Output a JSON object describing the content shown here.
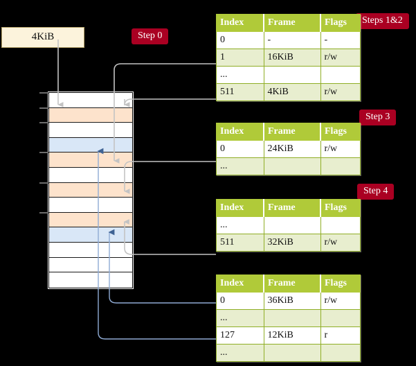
{
  "diagram": {
    "title": "multi-level page table walk",
    "colors": {
      "background": "#000000",
      "table_header": "#b0ca39",
      "table_alt_row": "#e8eecf",
      "table_highlight": "#f7f7b5",
      "step_badge": "#aa0022",
      "memory_orange": "#fde3cc",
      "memory_blue": "#d9e7f7",
      "grey_arrow": "#bfbfbf",
      "blue_arrow": "#6f8fc0",
      "kib_box": "#fcf3dc"
    }
  },
  "page_size_box": {
    "label": "4KiB"
  },
  "steps": [
    {
      "name": "step-0",
      "label": "Step 0"
    },
    {
      "name": "steps-1-2",
      "label": "Steps 1&2"
    },
    {
      "name": "step-3",
      "label": "Step 3"
    },
    {
      "name": "step-4",
      "label": "Step 4"
    }
  ],
  "columns": [
    "Index",
    "Frame",
    "Flags"
  ],
  "tables": [
    {
      "name": "page-table-level-4",
      "step": "Steps 1&2",
      "rows": [
        {
          "index": "0",
          "frame": "-",
          "flags": "-",
          "style": "plain",
          "highlight": false
        },
        {
          "index": "1",
          "frame": "16KiB",
          "flags": "r/w",
          "style": "alt",
          "highlight": false
        },
        {
          "index": "...",
          "frame": "",
          "flags": "",
          "style": "plain",
          "highlight": false
        },
        {
          "index": "511",
          "frame": "4KiB",
          "flags": "r/w",
          "style": "alt",
          "highlight": true
        }
      ]
    },
    {
      "name": "page-table-level-3",
      "step": "Step 3",
      "rows": [
        {
          "index": "0",
          "frame": "24KiB",
          "flags": "r/w",
          "style": "plain",
          "highlight": false
        },
        {
          "index": "...",
          "frame": "",
          "flags": "",
          "style": "alt",
          "highlight": false
        }
      ]
    },
    {
      "name": "page-table-level-2",
      "step": "Step 4",
      "rows": [
        {
          "index": "...",
          "frame": "",
          "flags": "",
          "style": "plain",
          "highlight": false
        },
        {
          "index": "511",
          "frame": "32KiB",
          "flags": "r/w",
          "style": "alt",
          "highlight": false
        }
      ]
    },
    {
      "name": "page-table-level-1",
      "step": "",
      "rows": [
        {
          "index": "0",
          "frame": "36KiB",
          "flags": "r/w",
          "style": "plain",
          "highlight": false
        },
        {
          "index": "...",
          "frame": "",
          "flags": "",
          "style": "alt",
          "highlight": false
        },
        {
          "index": "127",
          "frame": "12KiB",
          "flags": "r",
          "style": "plain",
          "highlight": false
        },
        {
          "index": "...",
          "frame": "",
          "flags": "",
          "style": "alt",
          "highlight": false
        }
      ]
    }
  ],
  "memory": {
    "name": "physical-memory-column",
    "row_count": 13,
    "rows": [
      {
        "fill": "white",
        "tick": true
      },
      {
        "fill": "orange",
        "tick": true
      },
      {
        "fill": "white",
        "tick": true
      },
      {
        "fill": "blue",
        "tick": false
      },
      {
        "fill": "orange",
        "tick": true
      },
      {
        "fill": "white",
        "tick": false
      },
      {
        "fill": "orange",
        "tick": true
      },
      {
        "fill": "white",
        "tick": false
      },
      {
        "fill": "orange",
        "tick": true
      },
      {
        "fill": "blue",
        "tick": false
      },
      {
        "fill": "white",
        "tick": false
      },
      {
        "fill": "white",
        "tick": false
      },
      {
        "fill": "white",
        "tick": false
      }
    ]
  }
}
